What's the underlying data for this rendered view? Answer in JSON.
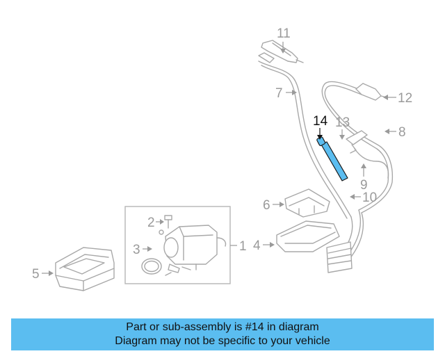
{
  "diagram": {
    "callouts": [
      {
        "number": "1"
      },
      {
        "number": "2"
      },
      {
        "number": "3"
      },
      {
        "number": "4"
      },
      {
        "number": "5"
      },
      {
        "number": "6"
      },
      {
        "number": "7"
      },
      {
        "number": "8"
      },
      {
        "number": "9"
      },
      {
        "number": "10"
      },
      {
        "number": "11"
      },
      {
        "number": "12"
      },
      {
        "number": "13"
      },
      {
        "number": "14"
      }
    ],
    "highlighted_part": "14",
    "colors": {
      "highlight": "#5bbdf0",
      "line_art": "#a8a8a8",
      "caption_bar": "#5bbdf0"
    }
  },
  "caption": {
    "line1": "Part or sub-assembly is #14 in diagram",
    "line2": "Diagram may not be specific to your vehicle"
  }
}
